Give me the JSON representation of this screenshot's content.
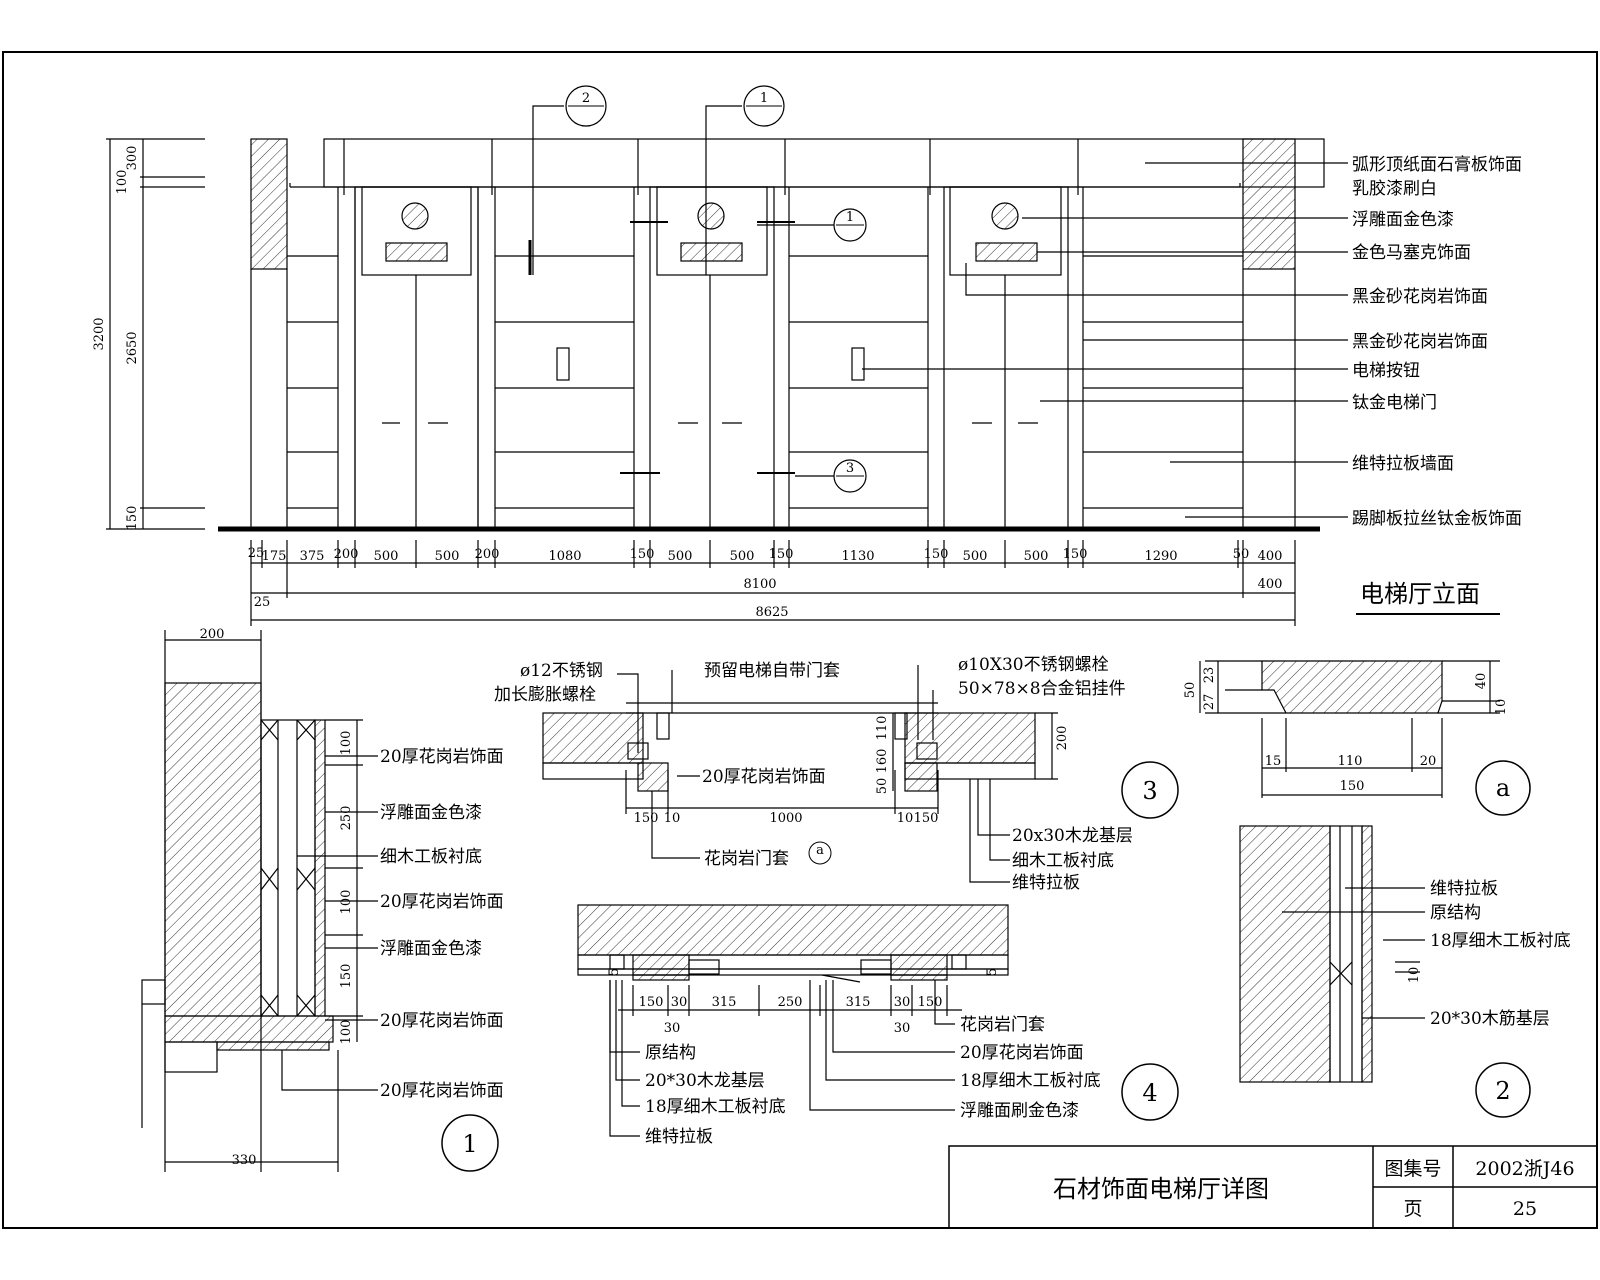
{
  "elevation": {
    "title": "电梯厅立面",
    "labels": [
      "弧形顶纸面石膏板饰面",
      "乳胶漆刷白",
      "浮雕面金色漆",
      "金色马塞克饰面",
      "黑金砂花岗岩饰面",
      "黑金砂花岗岩饰面",
      "电梯按钮",
      "钛金电梯门",
      "维特拉板墙面",
      "踢脚板拉丝钛金板饰面"
    ],
    "vdims": [
      "300",
      "100",
      "2650",
      "150",
      "3200"
    ],
    "hdims_row1": [
      "25",
      "175",
      "375",
      "200",
      "500",
      "500",
      "200",
      "1080",
      "150",
      "500",
      "500",
      "150",
      "1130",
      "150",
      "500",
      "500",
      "150",
      "1290",
      "50",
      "400"
    ],
    "hdims_row2": [
      "25",
      "8100",
      "400"
    ],
    "hdims_row3": [
      "8625"
    ],
    "callouts": [
      "2",
      "1",
      "1",
      "3"
    ]
  },
  "detail1": {
    "number": "1",
    "labels": [
      "20厚花岗岩饰面",
      "浮雕面金色漆",
      "细木工板衬底",
      "20厚花岗岩饰面",
      "浮雕面金色漆",
      "20厚花岗岩饰面",
      "20厚花岗岩饰面"
    ],
    "dims": [
      "200",
      "100",
      "250",
      "100",
      "150",
      "100",
      "330"
    ]
  },
  "detail3": {
    "number": "3",
    "labels": [
      "ø12不锈钢",
      "加长膨胀螺栓",
      "预留电梯自带门套",
      "ø10X30不锈钢螺栓",
      "50×78×8合金铝挂件",
      "20厚花岗岩饰面",
      "花岗岩门套",
      "20x30木龙基层",
      "细木工板衬底",
      "维特拉板"
    ],
    "dims": [
      "110",
      "160",
      "50",
      "200",
      "150",
      "10",
      "1000",
      "10",
      "150"
    ],
    "ref": "a"
  },
  "detail4": {
    "number": "4",
    "labels": [
      "原结构",
      "20*30木龙基层",
      "18厚细木工板衬底",
      "维特拉板",
      "花岗岩门套",
      "20厚花岗岩饰面",
      "18厚细木工板衬底",
      "浮雕面刷金色漆"
    ],
    "dims": [
      "150",
      "30",
      "315",
      "250",
      "315",
      "30",
      "150",
      "30",
      "30",
      "5",
      "5"
    ]
  },
  "detail_a": {
    "number": "a",
    "dims": [
      "50",
      "23",
      "27",
      "40",
      "10",
      "15",
      "110",
      "20",
      "150"
    ]
  },
  "detail2": {
    "number": "2",
    "labels": [
      "维特拉板",
      "原结构",
      "18厚细木工板衬底",
      "20*30木筋基层"
    ],
    "dims": [
      "10"
    ]
  },
  "title_block": {
    "title": "石材饰面电梯厅详图",
    "atlas_label": "图集号",
    "atlas_value": "2002浙J46",
    "page_label": "页",
    "page_value": "25"
  }
}
